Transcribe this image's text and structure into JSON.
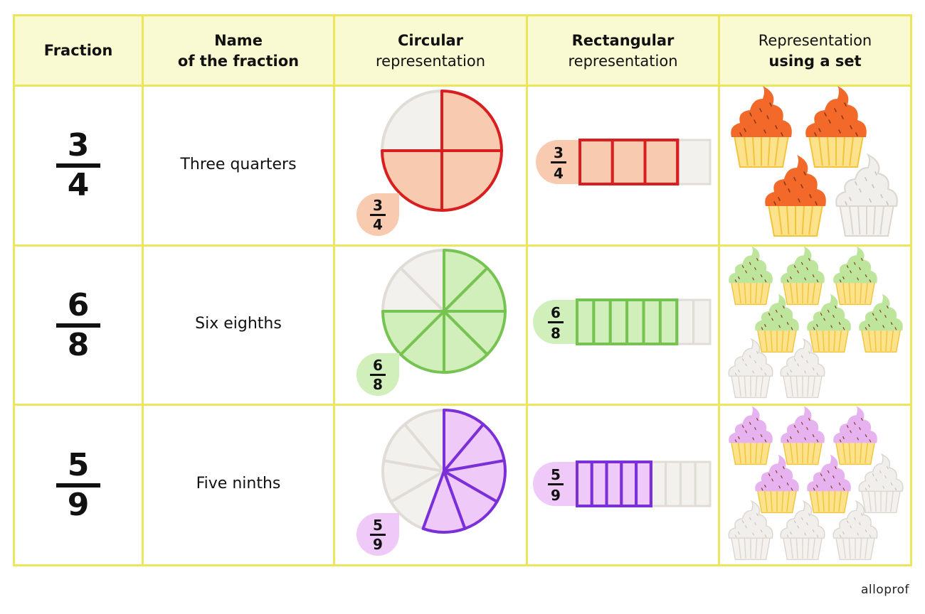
{
  "header": {
    "fraction": "Fraction",
    "name_line1": "Name",
    "name_line2": "of the fraction",
    "circular_line1": "Circular",
    "circular_line2": "representation",
    "rect_line1": "Rectangular",
    "rect_line2": "representation",
    "set_line1": "Representation",
    "set_line2": "using a set"
  },
  "rows": [
    {
      "numerator": "3",
      "denominator": "4",
      "name": "Three quarters",
      "color_dark": "#d81e1e",
      "color_light": "#f8cbb0",
      "frosting": "#f2692a",
      "frosting_light": "#f8cbb0"
    },
    {
      "numerator": "6",
      "denominator": "8",
      "name": "Six eighths",
      "color_dark": "#76c352",
      "color_light": "#d1efba",
      "frosting": "#bde59c",
      "frosting_light": "#d6eec4"
    },
    {
      "numerator": "5",
      "denominator": "9",
      "name": "Five ninths",
      "color_dark": "#7a2fd8",
      "color_light": "#efc9f7",
      "frosting": "#e6b2f0",
      "frosting_light": "#efd2f5"
    }
  ],
  "colors": {
    "border": "#ece65c",
    "header_bg": "#fafad2",
    "unshaded": "#f2f1ee",
    "unshaded_line": "#e1dcd6"
  },
  "brand": "alloprof"
}
